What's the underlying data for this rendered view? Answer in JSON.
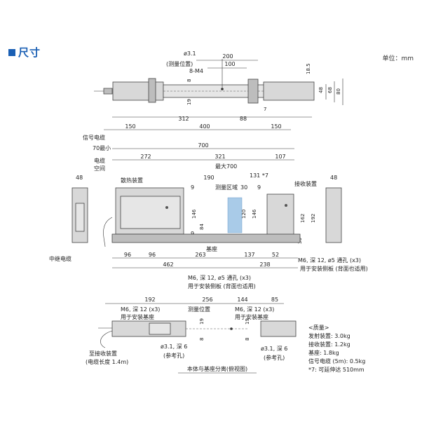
{
  "header": {
    "title": "尺寸",
    "unit": "单位：mm"
  },
  "top_view": {
    "labels": {
      "phi": "ø3.1",
      "meas_pos": "(测量位置)",
      "holes": "8-M4"
    },
    "dims": {
      "d200": "200",
      "d100": "100",
      "d18_5": "18.5",
      "d48": "48",
      "d68": "68",
      "d80": "80",
      "d8": "8",
      "d19": "19",
      "d7": "7",
      "d312": "312",
      "d88": "88",
      "d150a": "150",
      "d400": "400",
      "d150b": "150"
    }
  },
  "front_view": {
    "labels": {
      "signal_cable": "信号电缆",
      "min70": "70最小",
      "cable_space": "电缆\n空间",
      "max700": "最大700",
      "radiator": "散热装置",
      "meas_area": "测量区域",
      "receiver": "接收装置",
      "relay_cable": "中继电缆",
      "base": "基座",
      "m6_bottom": "M6, 深 12, ø5 通孔 (x3)",
      "m6_bottom_sub": "用于安装侧板 (背面也适用)",
      "m6_right": "M6, 深 12, ø5 通孔 (x3)",
      "m6_right_sub": "用于安装侧板 (背面也适用)"
    },
    "dims": {
      "d48l": "48",
      "d700": "700",
      "d272": "272",
      "d321": "321",
      "d107": "107",
      "d190": "190",
      "d131": "131 *7",
      "d9a": "9",
      "d30": "30",
      "d9b": "9",
      "d146a": "146",
      "d120": "120",
      "d146b": "146",
      "d162": "162",
      "d192": "192",
      "d84": "84",
      "d9c": "9",
      "d30b": "30",
      "d48r": "48",
      "d96a": "96",
      "d96b": "96",
      "d263": "263",
      "d137": "137",
      "d52": "52",
      "d462": "462",
      "d238": "238"
    }
  },
  "bottom_view": {
    "labels": {
      "m6_left": "M6, 深 12 (x3)",
      "m6_left_sub": "用于安装基座",
      "meas_pos": "测量位置",
      "m6_right": "M6, 深 12 (x3)",
      "m6_right_sub": "用于安装基座",
      "phi_left": "ø3.1, 深 6",
      "ref_left": "(参考孔)",
      "phi_right": "ø3.1, 深 6",
      "ref_right": "(参考孔)",
      "to_receiver": "至接收装置",
      "cable_len": "(电缆长度 1.4m)",
      "caption": "本体与基座分离(俯视图)"
    },
    "dims": {
      "d192": "192",
      "d256": "256",
      "d144": "144",
      "d85": "85",
      "d19a": "19",
      "d19b": "19",
      "d8a": "8",
      "d8b": "8"
    }
  },
  "mass": {
    "title": "<质量>",
    "lines": [
      "发射装置: 3.0kg",
      "接收装置: 1.2kg",
      "基座: 1.8kg",
      "信号电缆 (5m): 0.5kg",
      "*7: 可延伸达 510mm"
    ]
  }
}
